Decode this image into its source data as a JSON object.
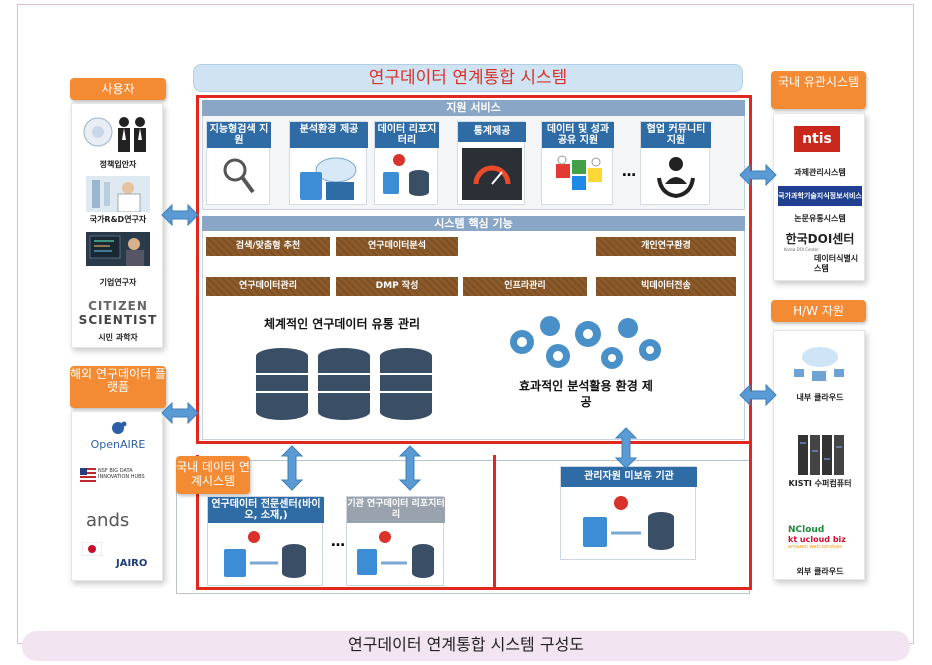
{
  "title": "연구데이터 연계통합 시스템",
  "caption": "연구데이터 연계통합 시스템 구성도",
  "left": {
    "users_header": "사용자",
    "users": [
      "정책입안자",
      "국가R&D연구자",
      "기업연구자",
      "시민 과학자"
    ],
    "citizen_logo": [
      "CITIZEN",
      "SCIENTIST"
    ],
    "overseas_header": "해외 연구데이터 플랫폼",
    "overseas_logos": [
      "OpenAIRE",
      "NSF BIG DATA INNOVATION HUBS",
      "ands",
      "JAIRO"
    ]
  },
  "right": {
    "domestic_header": "국내 유관시스템",
    "domestic_items": [
      "과제관리시스템",
      "논문유통시스템",
      "데이터식별시스템"
    ],
    "ntis_logo": "ntis",
    "kisti_banner": "국가과학기술지식정보서비스",
    "doi_logo": "한국DOI센터",
    "doi_sub": "Korea DOI Center",
    "hw_header": "H/W 자원",
    "hw_items": [
      "내부 클라우드",
      "KISTI 수퍼컴퓨터",
      "외부 클라우드"
    ],
    "cloud_brands": [
      "NCloud",
      "kt ucloud biz",
      "amazon web services"
    ]
  },
  "center": {
    "support_header": "지원 서비스",
    "services": [
      "지능형검색 지원",
      "분석환경 제공",
      "데이터 리포지터리",
      "통계제공",
      "데이터 및 성과 공유 지원",
      "…",
      "협업 커뮤니티 지원"
    ],
    "core_header": "시스템 핵심 기능",
    "functions_row1": [
      "검색/맞춤형 추천",
      "연구데이터분석",
      "",
      "개인연구환경"
    ],
    "functions_row2": [
      "연구데이터관리",
      "DMP 작성",
      "인프라관리",
      "빅데이터전송"
    ],
    "db_title": "체계적인 연구데이터 유통 관리",
    "analysis_title": "효과적인 분석활용 환경 제공"
  },
  "bottom": {
    "domestic_data_label": "국내 데이터 연계시스템",
    "repos": [
      "연구데이터 전문센터(바이오, 소재,)",
      "기관 연구데이터 리포지터리"
    ],
    "ellipsis": "…",
    "managed_org": "관리자원 미보유 기관"
  }
}
